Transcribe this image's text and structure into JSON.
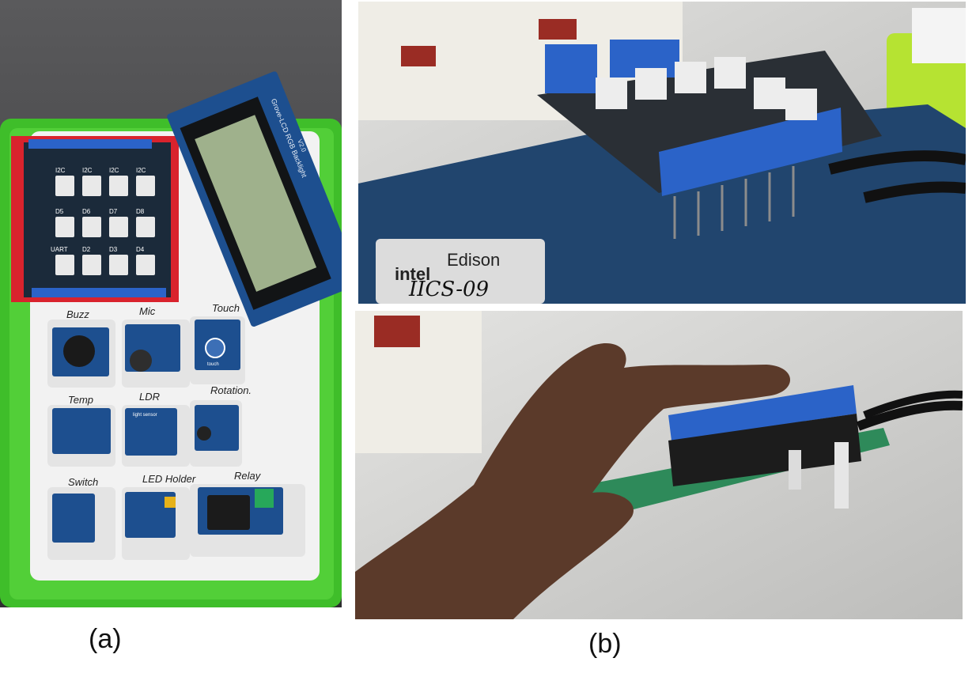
{
  "figure": {
    "captions": {
      "a": "(a)",
      "b": "(b)"
    }
  },
  "panel_a": {
    "lcd_board_label": "Grove-LCD RGB Backlight",
    "lcd_version": "V2.0",
    "base_shield_ports": [
      "I2C",
      "I2C",
      "I2C",
      "I2C",
      "D5",
      "D6",
      "D7",
      "D8",
      "UART",
      "D2",
      "D3",
      "D4"
    ],
    "module_labels": [
      "Buzz",
      "Mic",
      "Touch",
      "Temp",
      "LDR",
      "Rotation.",
      "Switch",
      "LED Holder",
      "Relay"
    ],
    "touch_module_text": "touch",
    "light_sensor_text": "light sensor"
  },
  "panel_b": {
    "board_brand": "intel",
    "board_name": "Edison",
    "handwritten_tag": "IICS-09"
  },
  "colors": {
    "case_green": "#3fbe2a",
    "tray_white": "#f2f2f2",
    "pcb_blue": "#1d4f8f",
    "header_blue": "#2b63c8",
    "lcd_screen": "#9fb18c",
    "background_grey": "#4b4b4d"
  }
}
